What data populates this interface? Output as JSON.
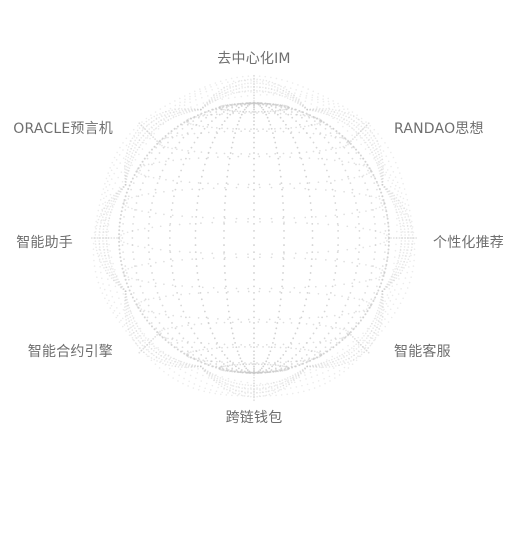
{
  "diagram": {
    "nodes": [
      {
        "id": "top",
        "label": "去中心化IM"
      },
      {
        "id": "upper-left",
        "label": "ORACLE预言机"
      },
      {
        "id": "upper-right",
        "label": "RANDAO思想"
      },
      {
        "id": "mid-left",
        "label": "智能助手"
      },
      {
        "id": "mid-right",
        "label": "个性化推荐"
      },
      {
        "id": "lower-left",
        "label": "智能合约引擎"
      },
      {
        "id": "lower-right",
        "label": "智能客服"
      },
      {
        "id": "bottom",
        "label": "跨链钱包"
      }
    ],
    "colors": {
      "dots": "#c9c9c9",
      "label": "#6f6f6f",
      "background": "#ffffff"
    }
  }
}
